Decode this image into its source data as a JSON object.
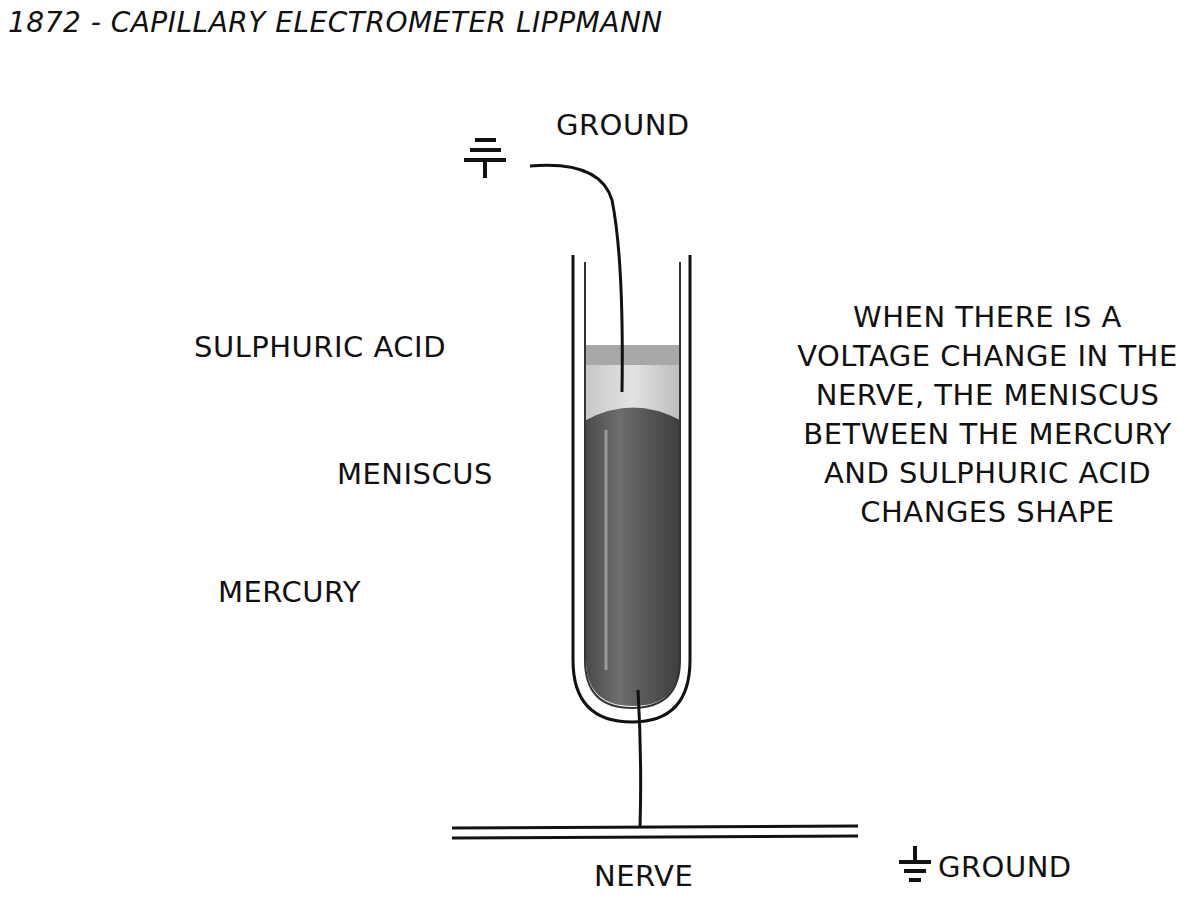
{
  "diagram": {
    "title": "1872 - CAPILLARY ELECTROMETER LIPPMANN",
    "labels": [
      "GROUND",
      "SULPHURIC ACID",
      "MENISCUS",
      "MERCURY",
      "WHEN THERE IS A VOLTAGE CHANGE IN THE NERVE, THE MENISCUS BETWEEN THE MERCURY AND SULPHURIC ACID CHANGES SHAPE",
      "NERVE",
      "GROUND"
    ]
  }
}
